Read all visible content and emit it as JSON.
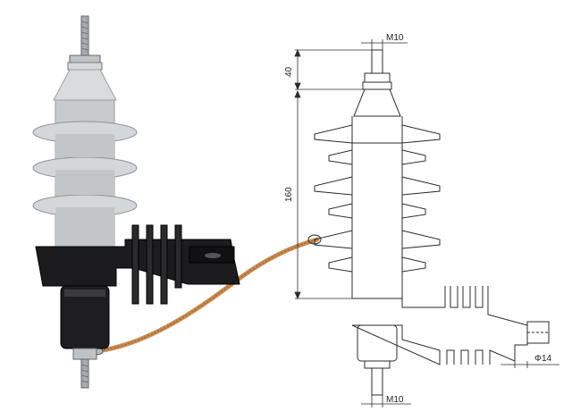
{
  "drawing": {
    "top_thread": "M10",
    "bottom_thread": "M10",
    "stud_height": "40",
    "body_height": "160",
    "hole_diameter": "Φ14"
  },
  "colors": {
    "line": "#2b2b2b",
    "porcelain": "#cfd2d4",
    "bracket": "#1c1c1e",
    "copper": "#c98a4e",
    "metal": "#a7abaf"
  }
}
